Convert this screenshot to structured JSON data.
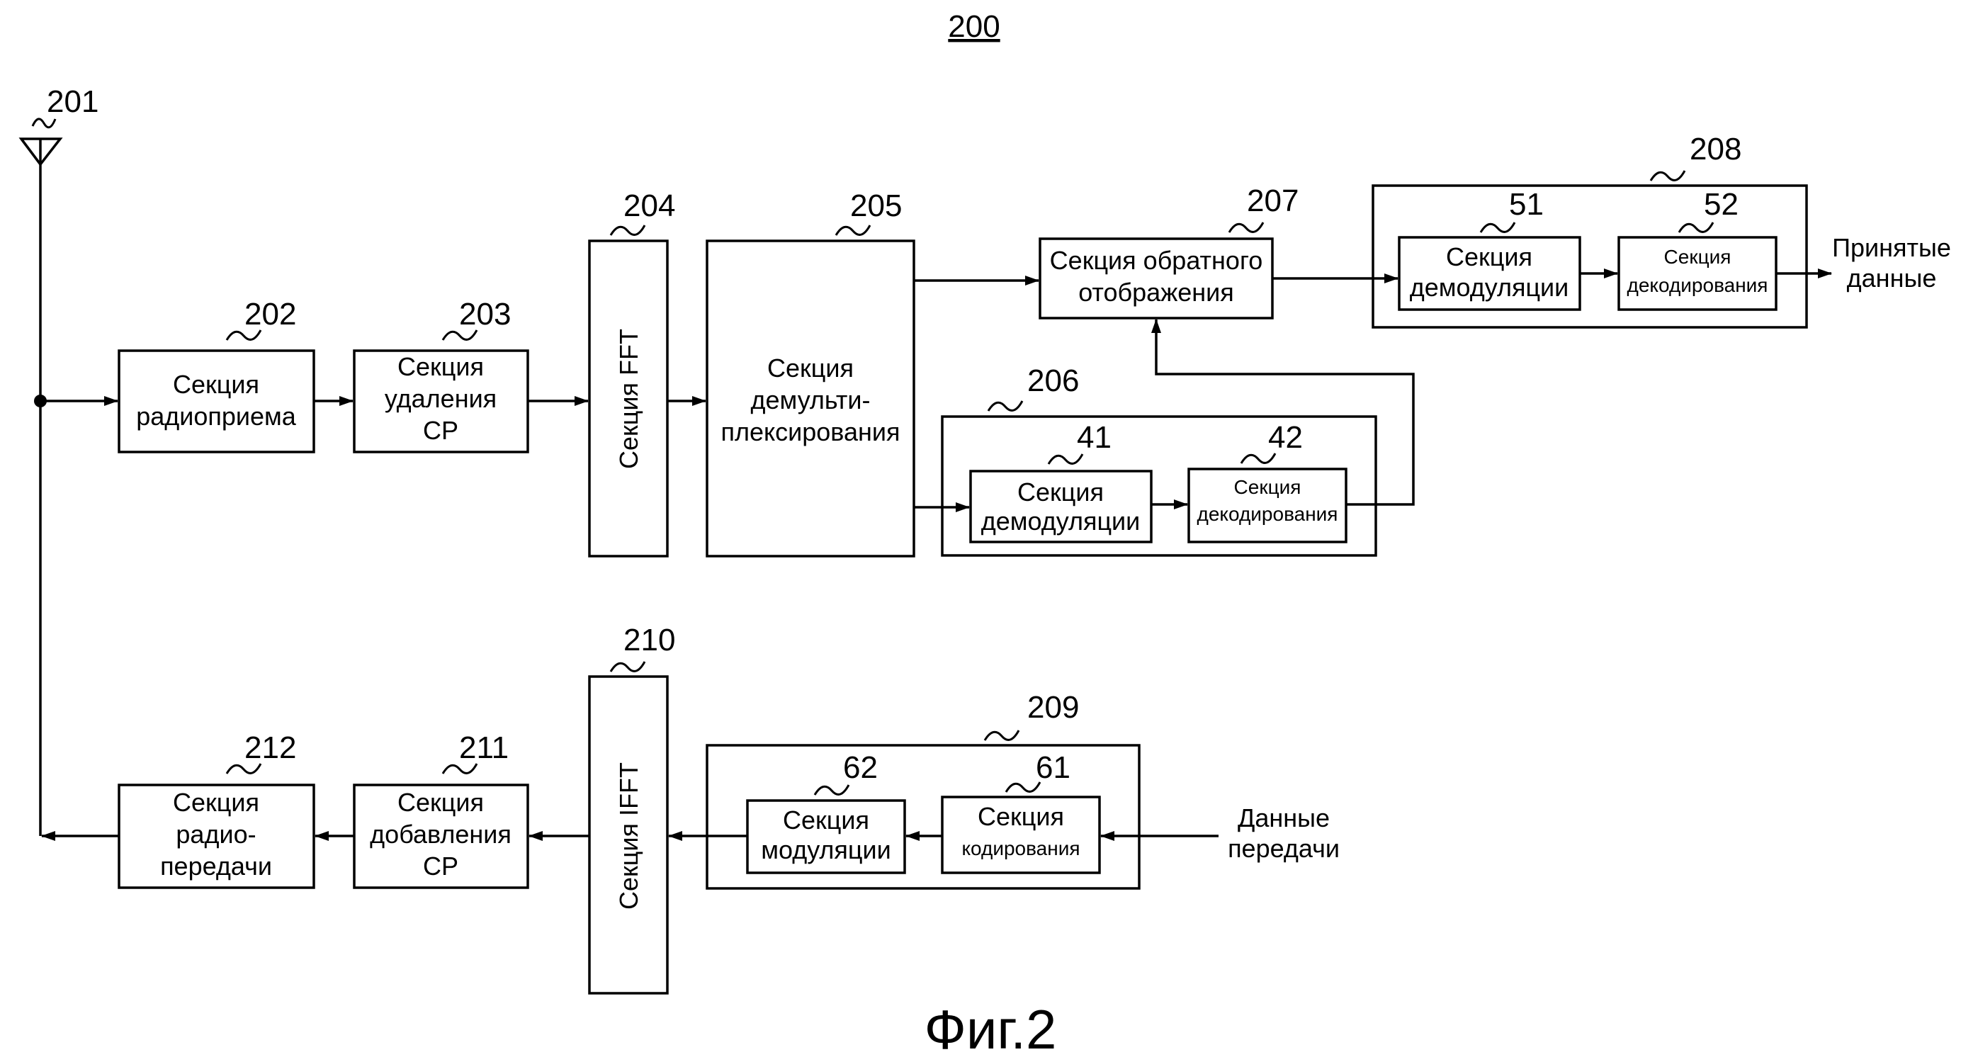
{
  "title": "200",
  "figure_caption": "Фиг.2",
  "antenna": {
    "ref": "201"
  },
  "blocks": {
    "b202": {
      "ref": "202",
      "lines": [
        "Секция",
        "радиоприема"
      ]
    },
    "b203": {
      "ref": "203",
      "lines": [
        "Секция",
        "удаления",
        "CP"
      ]
    },
    "b204": {
      "ref": "204",
      "text": "Секция FFT"
    },
    "b205": {
      "ref": "205",
      "lines": [
        "Секция",
        "демульти-",
        "плексирования"
      ]
    },
    "g206": {
      "ref": "206"
    },
    "b41": {
      "ref": "41",
      "lines": [
        "Секция",
        "демодуляции"
      ]
    },
    "b42": {
      "ref": "42",
      "lines": [
        "Секция",
        "декодирования"
      ]
    },
    "b207": {
      "ref": "207",
      "lines": [
        "Секция обратного",
        "отображения"
      ]
    },
    "g208": {
      "ref": "208"
    },
    "b51": {
      "ref": "51",
      "lines": [
        "Секция",
        "демодуляции"
      ]
    },
    "b52": {
      "ref": "52",
      "lines": [
        "Секция",
        "декодирования"
      ]
    },
    "g209": {
      "ref": "209"
    },
    "b61": {
      "ref": "61",
      "lines": [
        "Секция",
        "кодирования"
      ]
    },
    "b62": {
      "ref": "62",
      "lines": [
        "Секция",
        "модуляции"
      ]
    },
    "b210": {
      "ref": "210",
      "text": "Секция IFFT"
    },
    "b211": {
      "ref": "211",
      "lines": [
        "Секция",
        "добавления",
        "CP"
      ]
    },
    "b212": {
      "ref": "212",
      "lines": [
        "Секция",
        "радио-",
        "передачи"
      ]
    }
  },
  "io": {
    "received": [
      "Принятые",
      "данные"
    ],
    "transmit": [
      "Данные",
      "передачи"
    ]
  }
}
